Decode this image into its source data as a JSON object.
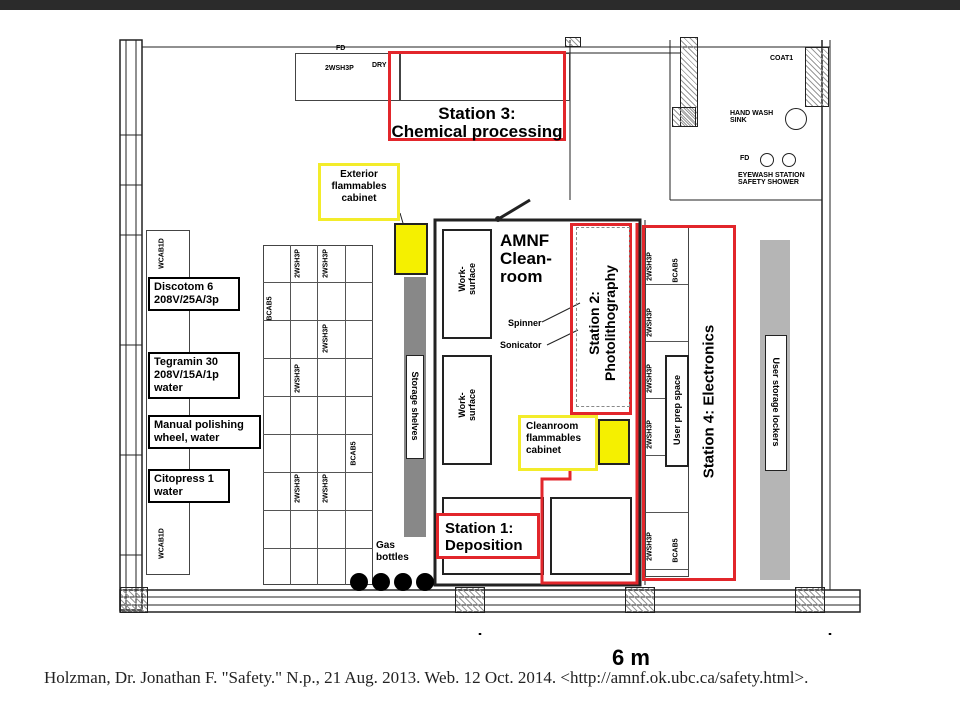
{
  "floor_plan": {
    "station3": "Station 3:\nChemical processing",
    "station2": "Station 2:\nPhotolithography",
    "station1": "Station 1:\nDeposition",
    "station4": "Station 4: Electronics",
    "exterior_flammables": "Exterior\nflammables\ncabinet",
    "cleanroom_flammables": "Cleanroom\nflammables\ncabinet",
    "cleanroom_title": "AMNF\nClean-\nroom",
    "work_surface": "Work-\nsurface",
    "spinner": "Spinner",
    "sonicator": "Sonicator",
    "storage_shelves": "Storage shelves",
    "user_prep_space": "User prep space",
    "user_storage_lockers": "User storage lockers",
    "gas_bottles": "Gas\nbottles",
    "discotom": "Discotom 6\n208V/25A/3p",
    "tegramin": "Tegramin 30\n208V/15A/1p\nwater",
    "manual_polishing": "Manual polishing\nwheel, water",
    "citopress": "Citopress 1\nwater",
    "coat": "COAT1",
    "hand_wash": "HAND WASH\nSINK",
    "eyewash": "EYEWASH STATION\nSAFETY SHOWER",
    "fd": "FD",
    "dry": "DRY",
    "code_2wsh3p": "2WSH3P",
    "code_bcab": "BCAB5",
    "code_wcab": "WCAB1D",
    "scale_label": "6 m"
  },
  "citation": "Holzman, Dr. Jonathan F. \"Safety.\" N.p., 21 Aug. 2013. Web. 12 Oct. 2014. <http://amnf.ok.ubc.ca/safety.html>."
}
